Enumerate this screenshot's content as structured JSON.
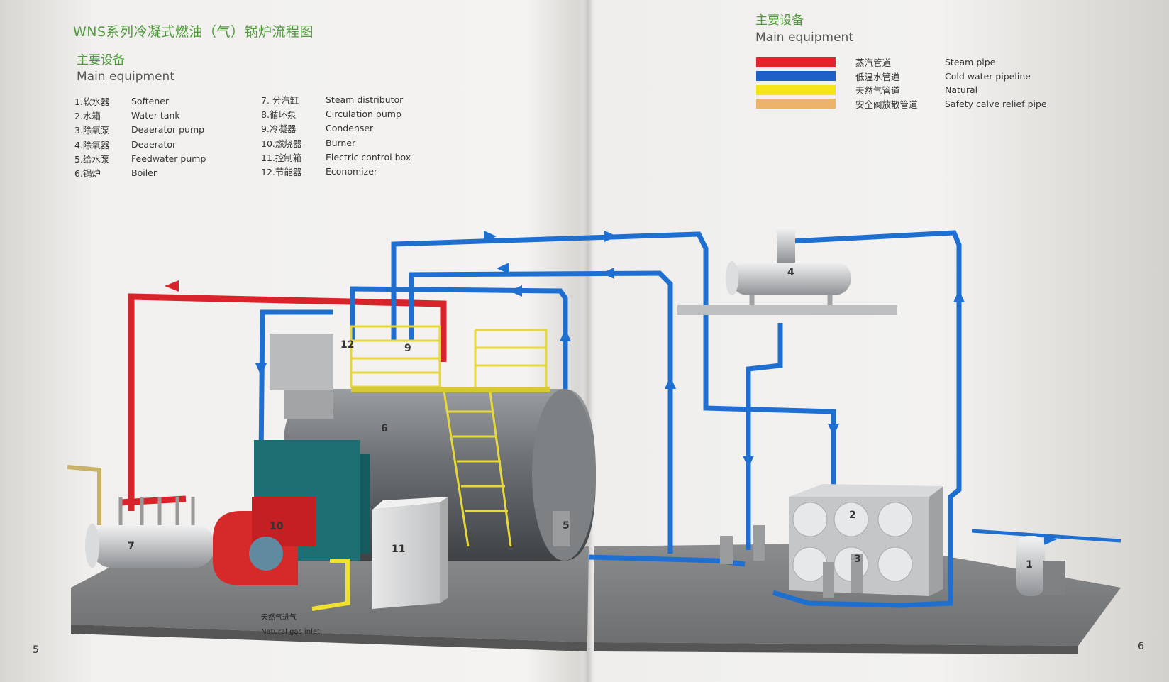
{
  "left_page": {
    "title": "WNS系列冷凝式燃油（气）锅炉流程图",
    "section_zh": "主要设备",
    "section_en": "Main equipment",
    "equipment_col1": [
      {
        "num": "1.软水器",
        "en": "Softener"
      },
      {
        "num": "2.水箱",
        "en": "Water tank"
      },
      {
        "num": "3.除氧泵",
        "en": "Deaerator pump"
      },
      {
        "num": "4.除氧器",
        "en": "Deaerator"
      },
      {
        "num": "5.给水泵",
        "en": "Feedwater pump"
      },
      {
        "num": "6.锅炉",
        "en": "Boiler"
      }
    ],
    "equipment_col2": [
      {
        "num": "7. 分汽缸",
        "en": "Steam distributor"
      },
      {
        "num": "8.循环泵",
        "en": "Circulation pump"
      },
      {
        "num": "9.冷凝器",
        "en": "Condenser"
      },
      {
        "num": "10.燃烧器",
        "en": "Burner"
      },
      {
        "num": "11.控制箱",
        "en": "Electric control box"
      },
      {
        "num": "12.节能器",
        "en": "Economizer"
      }
    ],
    "gas_inlet_zh": "天然气进气",
    "gas_inlet_en": "Natural gas inlet",
    "page_number": "5"
  },
  "right_page": {
    "section_zh": "主要设备",
    "section_en": "Main equipment",
    "legend": [
      {
        "color": "#e8222a",
        "zh": "蒸汽管道",
        "en": "Steam pipe"
      },
      {
        "color": "#1f5fc8",
        "zh": "低温水管道",
        "en": "Cold water pipeline"
      },
      {
        "color": "#f5e417",
        "zh": "天然气管道",
        "en": "Natural"
      },
      {
        "color": "#eeb36a",
        "zh": "安全阀放散管道",
        "en": "Safety calve relief pipe"
      }
    ],
    "page_number": "6"
  },
  "diagram_labels": [
    "1",
    "2",
    "3",
    "4",
    "5",
    "6",
    "7",
    "9",
    "10",
    "11",
    "12"
  ],
  "colors": {
    "steam": "#e8222a",
    "water": "#1f6fd0",
    "gas": "#f0e030",
    "accent_green": "#4f9a3a"
  }
}
